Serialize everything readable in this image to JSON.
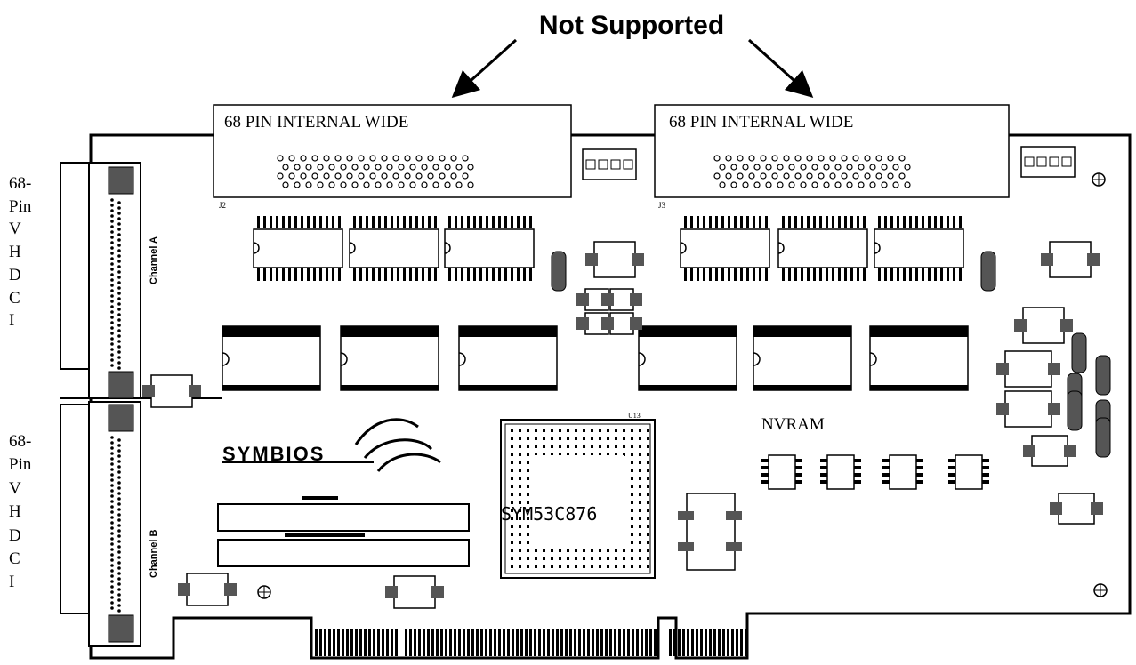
{
  "callout": {
    "title": "Not Supported"
  },
  "connectors": {
    "internal_a": "68 PIN INTERNAL WIDE",
    "internal_b": "68 PIN INTERNAL WIDE"
  },
  "external_ports": {
    "port_a": [
      "68-",
      "Pin",
      "V",
      "H",
      "D",
      "C",
      "I"
    ],
    "port_b": [
      "68-",
      "Pin",
      "V",
      "H",
      "D",
      "C",
      "I"
    ]
  },
  "chip": {
    "label": "SYM53C876"
  },
  "nvram": {
    "label": "NVRAM"
  },
  "colors": {
    "ink": "#000000",
    "paper": "#ffffff",
    "gray": "#808080"
  }
}
